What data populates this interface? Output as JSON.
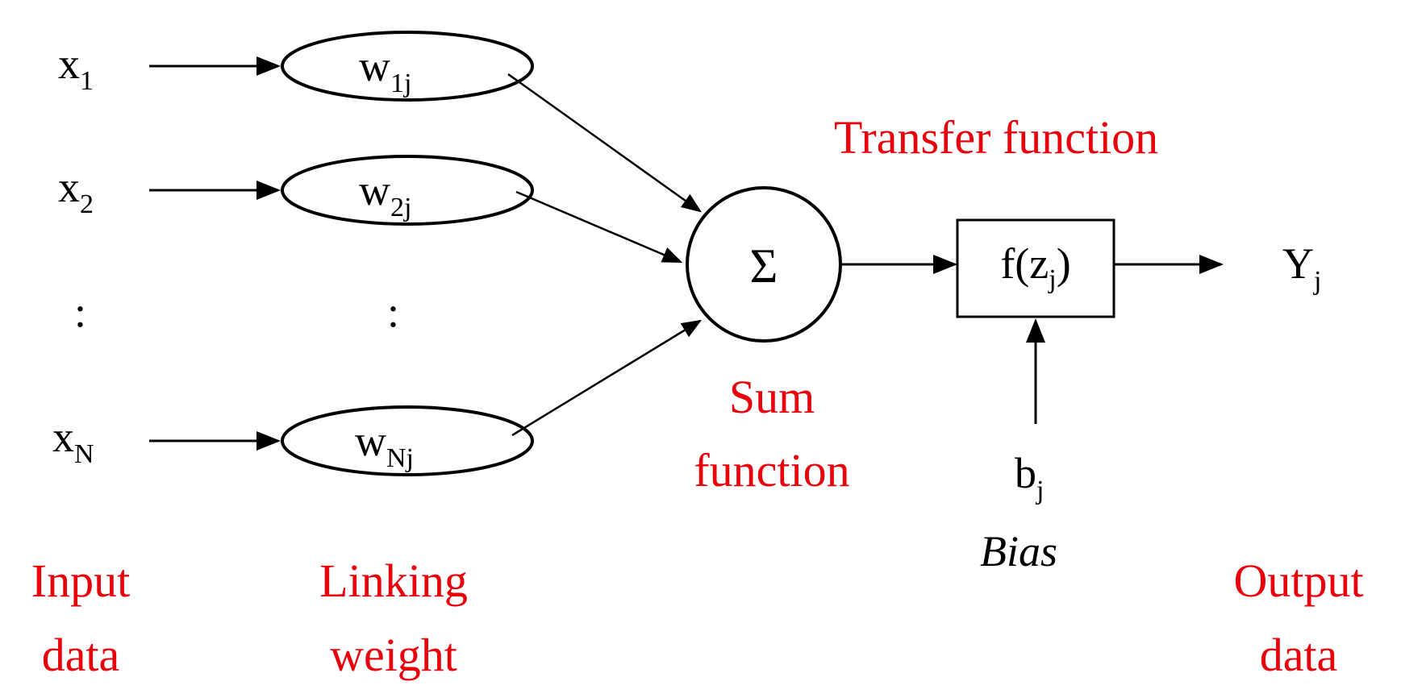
{
  "colors": {
    "accent": "#e8000b",
    "ink": "#000000"
  },
  "inputs": [
    {
      "base": "x",
      "sub": "1"
    },
    {
      "base": "x",
      "sub": "2"
    },
    {
      "base": "x",
      "sub": "N"
    }
  ],
  "weights": [
    {
      "base": "w",
      "sub": "1j"
    },
    {
      "base": "w",
      "sub": "2j"
    },
    {
      "base": "w",
      "sub": "Nj"
    }
  ],
  "ellipsis": ":",
  "sum_symbol": "Σ",
  "transfer": {
    "pre": "f(z",
    "sub": "j",
    "post": ")"
  },
  "output": {
    "base": "Y",
    "sub": "j"
  },
  "bias": {
    "base": "b",
    "sub": "j",
    "label": "Bias"
  },
  "labels": {
    "input_line1": "Input",
    "input_line2": "data",
    "weight_line1": "Linking",
    "weight_line2": "weight",
    "sum_line1": "Sum",
    "sum_line2": "function",
    "transfer": "Transfer function",
    "output_line1": "Output",
    "output_line2": "data"
  }
}
